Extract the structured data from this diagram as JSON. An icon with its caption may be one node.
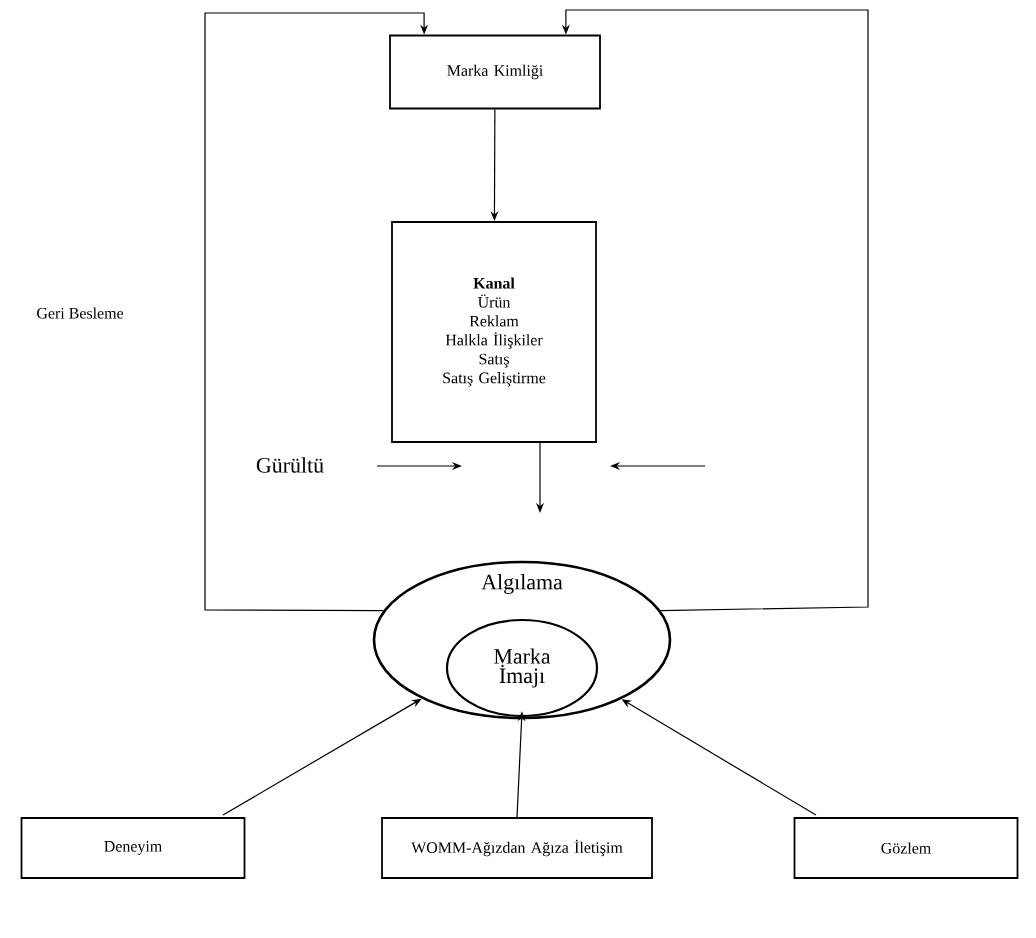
{
  "diagram": {
    "nodes": [
      {
        "text": [
          "Marka Kimliği"
        ]
      },
      {
        "text": [
          "Kanal",
          "Ürün",
          "Reklam",
          "Halkla İlişkiler",
          "Satış",
          "Satış Geliştirme"
        ]
      },
      {
        "text": [
          "Algılama"
        ]
      },
      {
        "text": [
          "Marka İmajı"
        ],
        "in": 2
      },
      {
        "text": [
          "Deneyim"
        ]
      },
      {
        "text": [
          "WOMM-Ağızdan Ağıza İletişim"
        ]
      },
      {
        "text": [
          "Gözlem"
        ]
      }
    ],
    "edges": [
      {
        "from": 0,
        "to": 1,
        "arrow": "to"
      },
      {
        "from": 1,
        "to": 2,
        "arrow": "to"
      },
      {
        "from": 4,
        "to": 2,
        "arrow": "to"
      },
      {
        "from": 5,
        "to": 2,
        "arrow": "to"
      },
      {
        "from": 6,
        "to": 2,
        "arrow": "to"
      },
      {
        "from": 2,
        "to": 0,
        "arrow": "to"
      },
      {
        "from": 2,
        "to": 0,
        "arrow": "to"
      }
    ],
    "labels": [
      "Geri Besleme",
      "Gürültü"
    ]
  }
}
